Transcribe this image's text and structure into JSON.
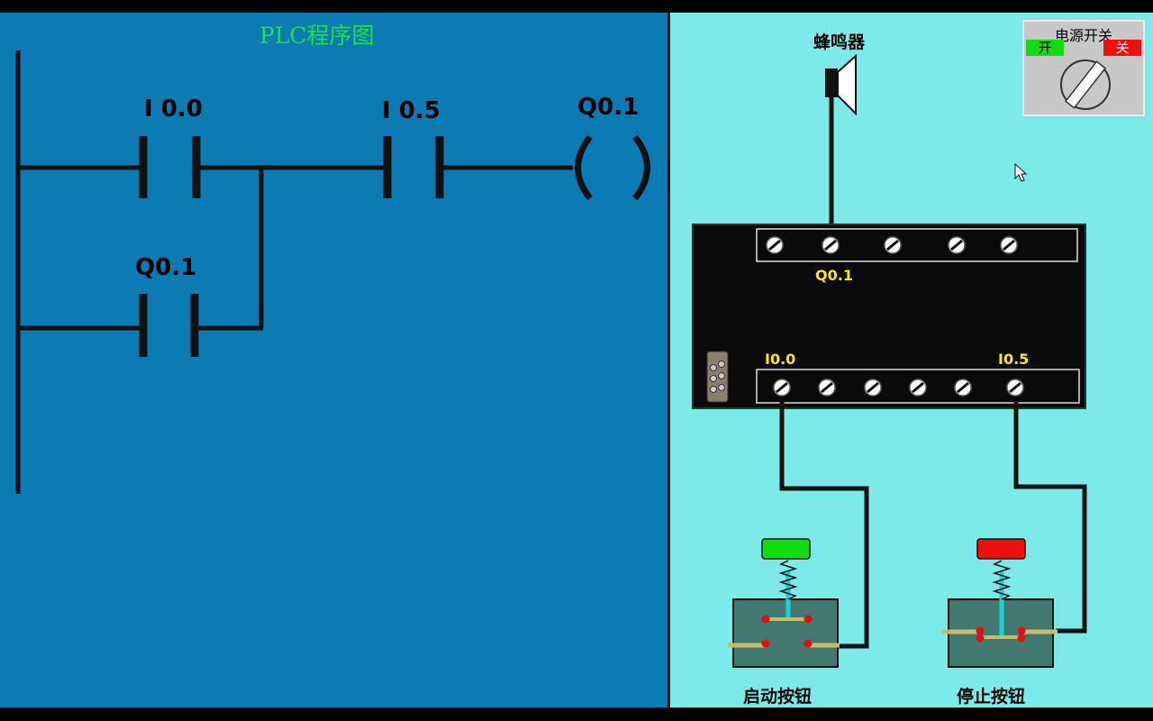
{
  "ladder": {
    "title": "PLC程序图",
    "contact_i00": "I 0.0",
    "contact_i05": "I 0.5",
    "coil_q01": "Q0.1",
    "contact_q01": "Q0.1"
  },
  "simulator": {
    "buzzer_label": "蜂鸣器",
    "power_switch": {
      "title": "电源开关",
      "on_label": "开",
      "off_label": "关"
    },
    "plc": {
      "output_terminal": "Q0.1",
      "input_terminal_start": "I0.0",
      "input_terminal_stop": "I0.5"
    },
    "start_button_label": "启动按钮",
    "stop_button_label": "停止按钮"
  },
  "colors": {
    "ladder_bg": "#0c7bb3",
    "sim_bg": "#7deaea",
    "title_green": "#1ee04a",
    "terminal_yellow": "#ffe800"
  }
}
